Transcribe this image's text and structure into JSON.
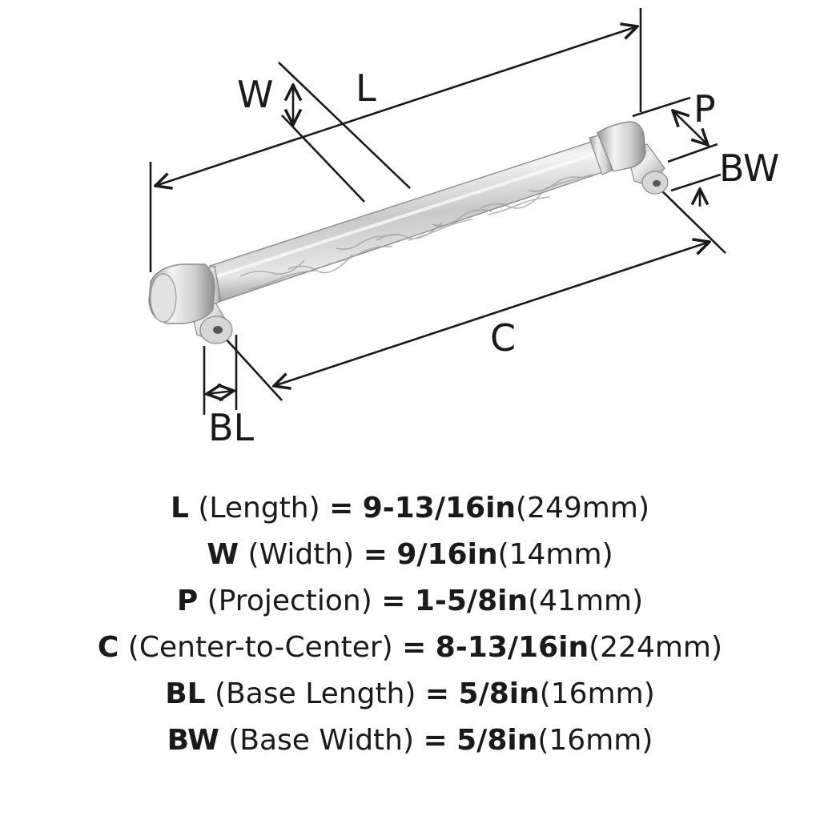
{
  "colors": {
    "ink": "#1a1a1a",
    "metal_light": "#f2f2f2",
    "metal_mid": "#c8c8c8",
    "metal_dark": "#8a8a8a"
  },
  "diagram": {
    "labels": {
      "length": "L",
      "width": "W",
      "projection": "P",
      "base_width": "BW",
      "center": "C",
      "base_length": "BL"
    }
  },
  "specs": [
    {
      "code": "L",
      "name": "(Length)",
      "eq": "=",
      "imperial": "9-13/16in",
      "metric": "(249mm)"
    },
    {
      "code": "W",
      "name": "(Width)",
      "eq": "=",
      "imperial": "9/16in",
      "metric": "(14mm)"
    },
    {
      "code": "P",
      "name": "(Projection)",
      "eq": "=",
      "imperial": "1-5/8in",
      "metric": "(41mm)"
    },
    {
      "code": "C",
      "name": "(Center-to-Center)",
      "eq": "=",
      "imperial": "8-13/16in",
      "metric": "(224mm)"
    },
    {
      "code": "BL",
      "name": "(Base Length)",
      "eq": "=",
      "imperial": "5/8in",
      "metric": "(16mm)"
    },
    {
      "code": "BW",
      "name": "(Base Width)",
      "eq": "=",
      "imperial": "5/8in",
      "metric": "(16mm)"
    }
  ]
}
